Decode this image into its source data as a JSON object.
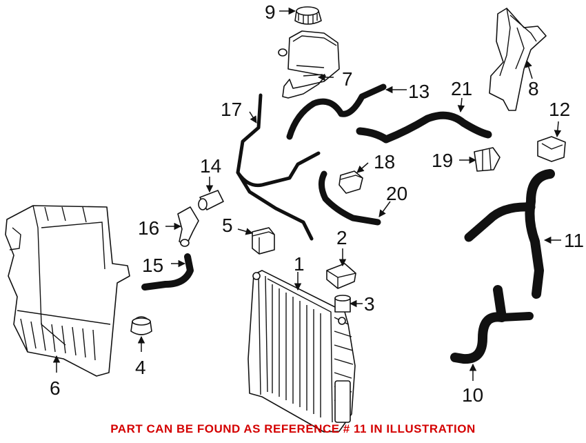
{
  "diagram": {
    "callouts": [
      {
        "id": "c1",
        "label": "1"
      },
      {
        "id": "c2",
        "label": "2"
      },
      {
        "id": "c3",
        "label": "3"
      },
      {
        "id": "c4",
        "label": "4"
      },
      {
        "id": "c5",
        "label": "5"
      },
      {
        "id": "c6",
        "label": "6"
      },
      {
        "id": "c7",
        "label": "7"
      },
      {
        "id": "c8",
        "label": "8"
      },
      {
        "id": "c9",
        "label": "9"
      },
      {
        "id": "c10",
        "label": "10"
      },
      {
        "id": "c11",
        "label": "11"
      },
      {
        "id": "c12",
        "label": "12"
      },
      {
        "id": "c13",
        "label": "13"
      },
      {
        "id": "c14",
        "label": "14"
      },
      {
        "id": "c15",
        "label": "15"
      },
      {
        "id": "c16",
        "label": "16"
      },
      {
        "id": "c17",
        "label": "17"
      },
      {
        "id": "c18",
        "label": "18"
      },
      {
        "id": "c19",
        "label": "19"
      },
      {
        "id": "c20",
        "label": "20"
      },
      {
        "id": "c21",
        "label": "21"
      }
    ],
    "notice": "PART CAN BE FOUND AS REFERENCE # 11 IN ILLUSTRATION",
    "colors": {
      "notice": "#d40000",
      "lines": "#111111"
    }
  }
}
